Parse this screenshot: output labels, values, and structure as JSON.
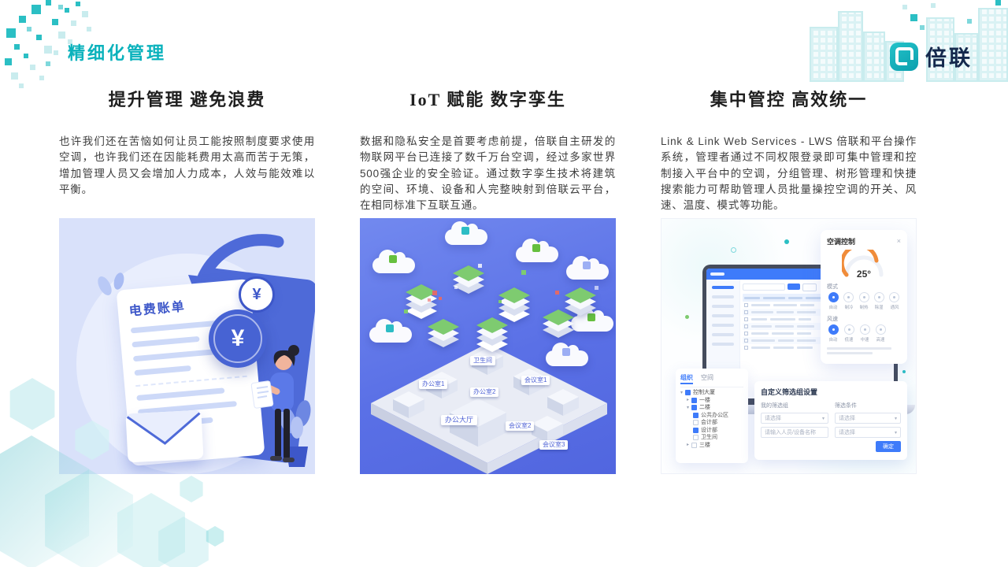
{
  "colors": {
    "accent_teal": "#0ab2bc",
    "primary_blue": "#4e6ad8",
    "iot_bg": "#5c74e8",
    "ui_blue": "#3e7bfa"
  },
  "header": {
    "page_title": "精细化管理"
  },
  "logo": {
    "brand": "倍联"
  },
  "columns": [
    {
      "title": "提升管理 避免浪费",
      "body": "也许我们还在苦恼如何让员工能按照制度要求使用空调，也许我们还在因能耗费用太高而苦于无策，增加管理人员又会增加人力成本，人效与能效难以平衡。"
    },
    {
      "title": "IoT 赋能 数字孪生",
      "body": "数据和隐私安全是首要考虑前提，倍联自主研发的物联网平台已连接了数千万台空调，经过多家世界500强企业的安全验证。通过数字孪生技术将建筑的空间、环境、设备和人完整映射到倍联云平台，在相同标准下互联互通。"
    },
    {
      "title": "集中管控 高效统一",
      "body": "Link & Link Web Services - LWS 倍联和平台操作系统，管理者通过不同权限登录即可集中管理和控制接入平台中的空调，分组管理、树形管理和快捷搜索能力可帮助管理人员批量操控空调的开关、风速、温度、模式等功能。"
    }
  ],
  "bill": {
    "doc_title": "电费账单",
    "yuan": "¥"
  },
  "iot": {
    "rooms": [
      "卫生间",
      "办公室1",
      "办公室2",
      "会议室1",
      "办公大厅",
      "会议室2",
      "会议室3"
    ]
  },
  "dash": {
    "ac": {
      "title": "空调控制",
      "close": "×",
      "temperature": "25°",
      "mode_label": "模式",
      "modes": [
        "自动",
        "制冷",
        "制热",
        "除湿",
        "通风"
      ],
      "fan_label": "风速",
      "fans": [
        "自动",
        "低速",
        "中速",
        "高速"
      ]
    },
    "tree": {
      "tab_org": "组织",
      "tab_space": "空间",
      "items": [
        "控制大厦",
        "一楼",
        "二楼",
        "公共办公区",
        "会计部",
        "设计部",
        "卫生间",
        "三楼"
      ]
    },
    "filter": {
      "title": "自定义筛选组设置",
      "group_label": "我的筛选组",
      "condition_label": "筛选条件",
      "select_placeholder": "请选择",
      "input_placeholder": "请输入人员/设备名称",
      "confirm": "确定"
    }
  }
}
